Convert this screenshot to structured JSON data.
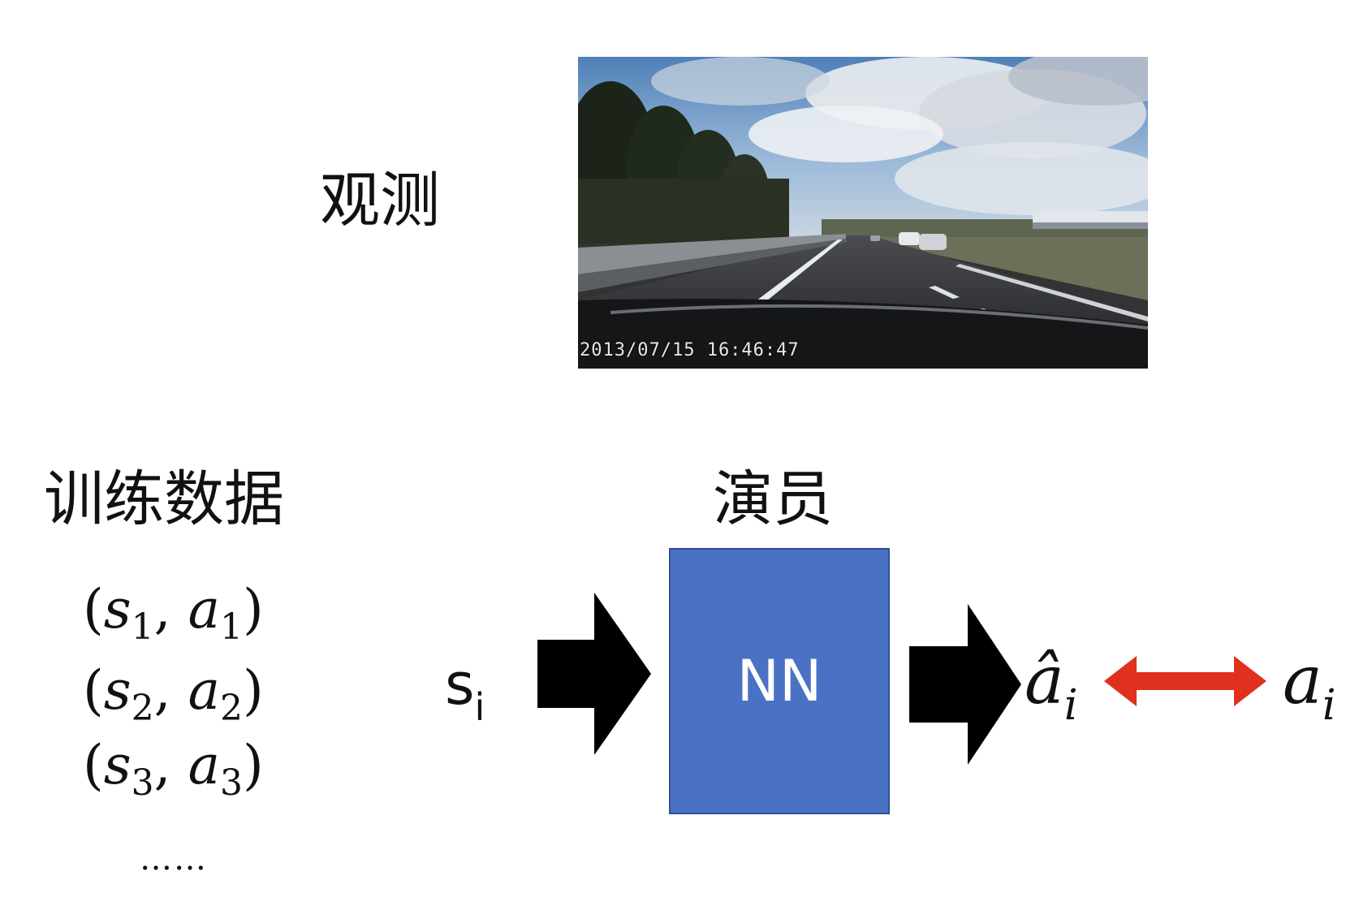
{
  "observation": {
    "label": "观测",
    "timestamp": "2013/07/15 16:46:47"
  },
  "training": {
    "label": "训练数据",
    "pairs": [
      {
        "s": "s",
        "a": "a",
        "index": "1"
      },
      {
        "s": "s",
        "a": "a",
        "index": "2"
      },
      {
        "s": "s",
        "a": "a",
        "index": "3"
      }
    ],
    "ellipsis": "……"
  },
  "actor": {
    "label": "演员",
    "box_label": "NN",
    "box_color": "#4a72c4"
  },
  "flow": {
    "input": {
      "base": "s",
      "sub": "i"
    },
    "output": {
      "base": "â",
      "sub": "i"
    },
    "target": {
      "base": "a",
      "sub": "i"
    },
    "arrow_color": "#000000",
    "compare_arrow_color": "#e0301e"
  }
}
